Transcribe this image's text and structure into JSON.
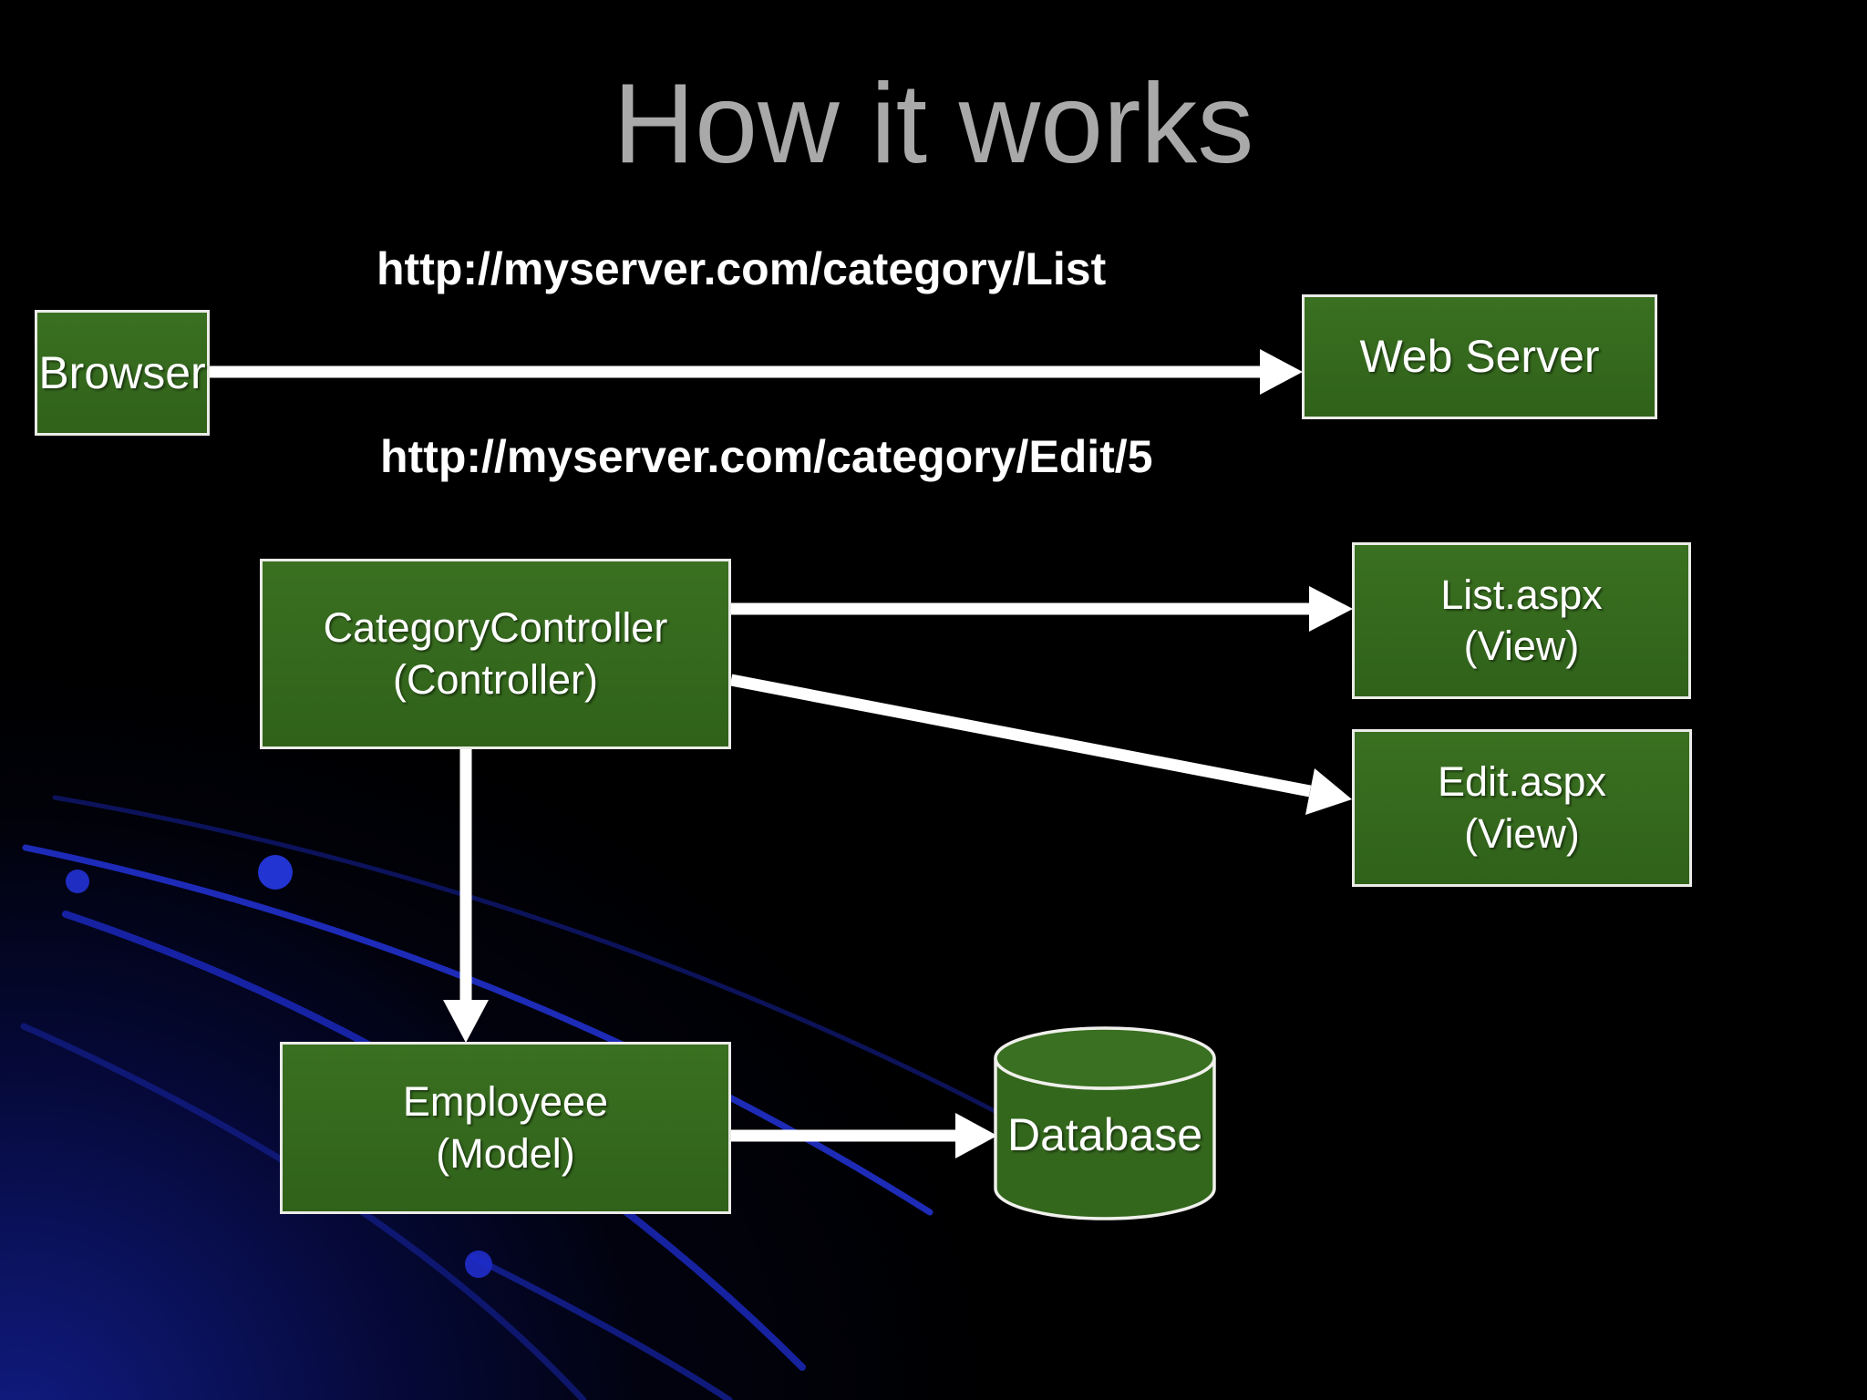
{
  "slide": {
    "title": "How it works",
    "colors": {
      "background": "#000000",
      "node_fill_green": "#35691d",
      "node_border": "#ebebe7",
      "node_text": "#ffffff",
      "title_text": "#a9a9a9",
      "url_text": "#ffffff",
      "arrow": "#ffffff",
      "decoration_blue": "#2232d6"
    }
  },
  "diagram": {
    "request_labels": [
      {
        "id": "url-list",
        "text": "http://myserver.com/category/List"
      },
      {
        "id": "url-edit",
        "text": "http://myserver.com/category/Edit/5"
      }
    ],
    "nodes": [
      {
        "id": "browser",
        "label": "Browser",
        "shape": "rect"
      },
      {
        "id": "web-server",
        "label": "Web Server",
        "shape": "rect"
      },
      {
        "id": "category-controller",
        "line1": "CategoryController",
        "line2": "(Controller)",
        "shape": "rect"
      },
      {
        "id": "list-view",
        "line1": "List.aspx",
        "line2": "(View)",
        "shape": "rect"
      },
      {
        "id": "edit-view",
        "line1": "Edit.aspx",
        "line2": "(View)",
        "shape": "rect"
      },
      {
        "id": "employee-model",
        "line1": "Employeee",
        "line2": "(Model)",
        "shape": "rect"
      },
      {
        "id": "database",
        "label": "Database",
        "shape": "cylinder"
      }
    ],
    "edges": [
      {
        "from": "browser",
        "to": "web-server"
      },
      {
        "from": "category-controller",
        "to": "list-view"
      },
      {
        "from": "category-controller",
        "to": "edit-view"
      },
      {
        "from": "category-controller",
        "to": "employee-model"
      },
      {
        "from": "employee-model",
        "to": "database"
      }
    ]
  }
}
